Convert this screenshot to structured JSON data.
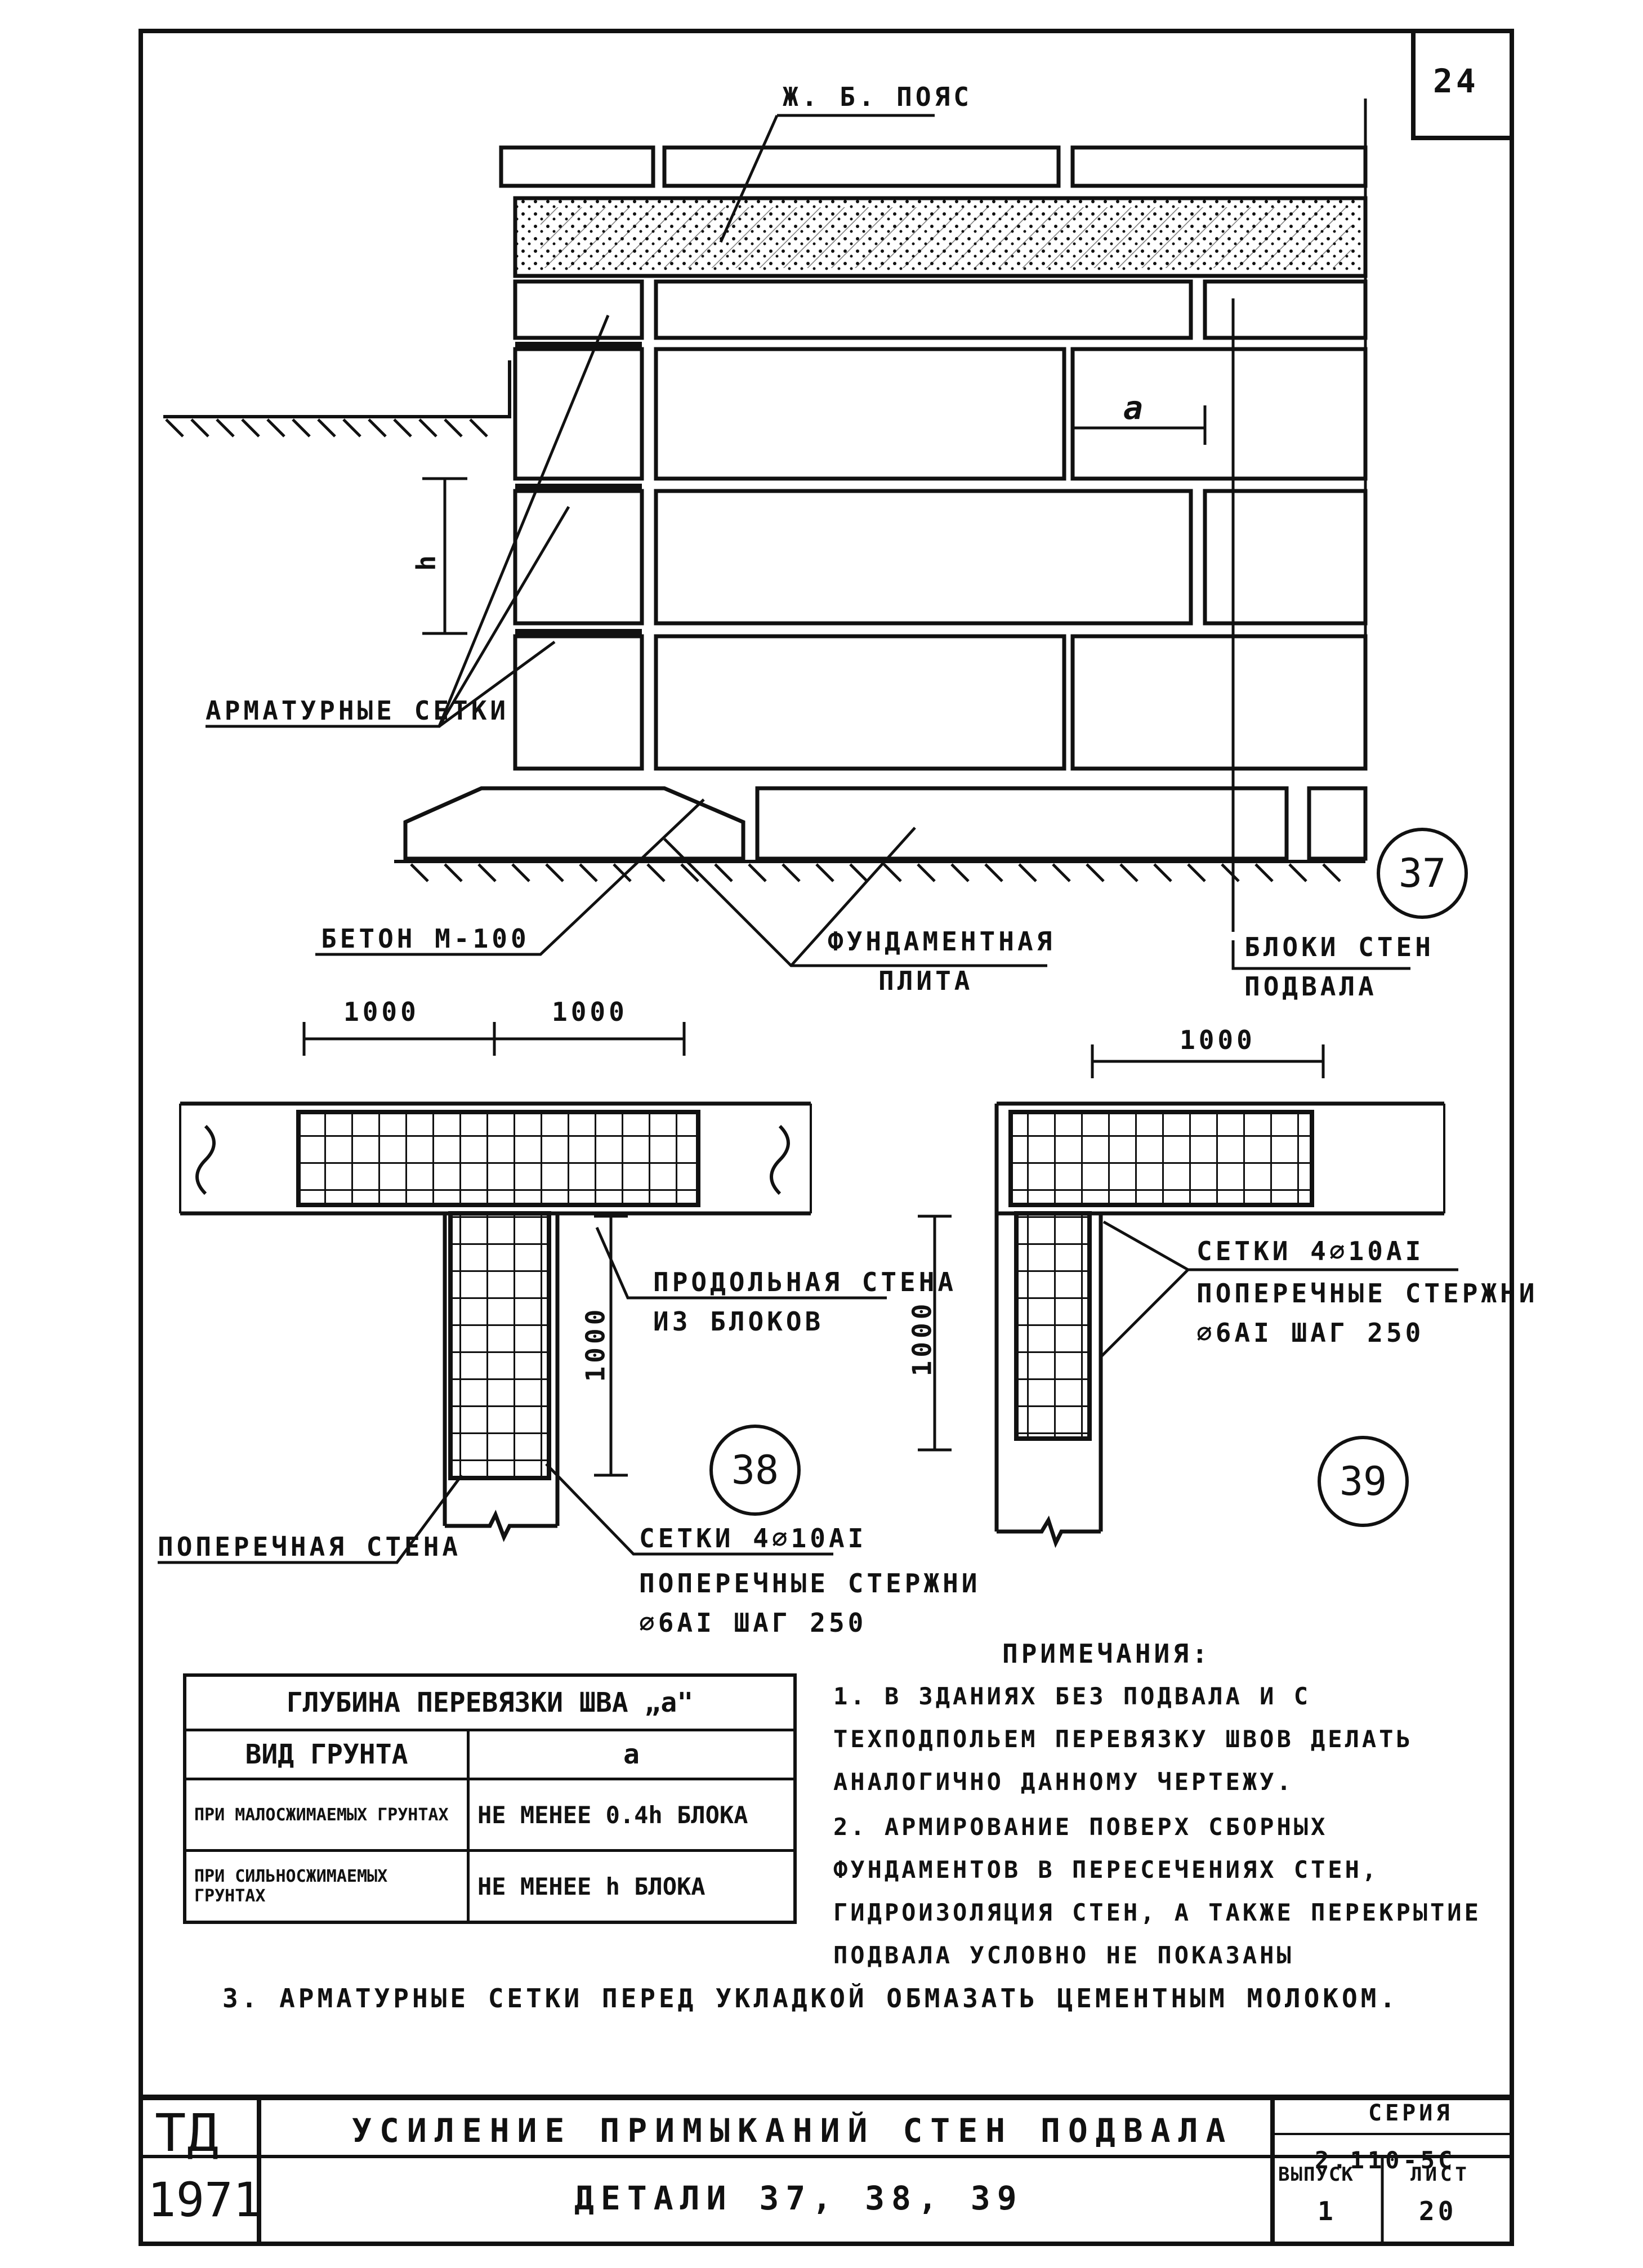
{
  "sheet": {
    "page_number": "24",
    "detail_37": "37",
    "detail_38": "38",
    "detail_39": "39"
  },
  "labels": {
    "jb_belt": "Ж. Б. ПОЯС",
    "rebar_mesh": "АРМАТУРНЫЕ СЕТКИ",
    "concrete": "БЕТОН М-100",
    "foundation_1": "ФУНДАМЕНТНАЯ",
    "foundation_2": "ПЛИТА",
    "blocks_1": "БЛОКИ СТЕН",
    "blocks_2": "ПОДВАЛА",
    "dim_a": "а",
    "dim_h": "h",
    "dim_1000_a": "1000",
    "dim_1000_b": "1000",
    "dim_1000_c": "1000",
    "dim_1000_v1": "1000",
    "dim_1000_v2": "1000",
    "long_wall_1": "ПРОДОЛЬНАЯ СТЕНА",
    "long_wall_2": "ИЗ БЛОКОВ",
    "cross_wall": "ПОПЕРЕЧНАЯ СТЕНА",
    "mesh38_1": "СЕТКИ 4⌀10АI",
    "mesh38_2": "ПОПЕРЕЧНЫЕ СТЕРЖНИ",
    "mesh38_3": "⌀6АI ШАГ 250",
    "mesh39_1": "СЕТКИ 4⌀10АI",
    "mesh39_2": "ПОПЕРЕЧНЫЕ СТЕРЖНИ",
    "mesh39_3": "⌀6АI ШАГ 250"
  },
  "depth_table": {
    "title": "ГЛУБИНА ПЕРЕВЯЗКИ ШВА „а\"",
    "col_soil": "ВИД ГРУНТА",
    "col_a": "а",
    "rows": [
      {
        "soil": "ПРИ МАЛОСЖИМАЕМЫХ ГРУНТАХ",
        "a": "НЕ МЕНЕЕ 0.4h БЛОКА"
      },
      {
        "soil": "ПРИ СИЛЬНОСЖИМАЕМЫХ ГРУНТАХ",
        "a": "НЕ МЕНЕЕ h БЛОКА"
      }
    ]
  },
  "notes": {
    "title": "ПРИМЕЧАНИЯ:",
    "n1": "1. В ЗДАНИЯХ БЕЗ ПОДВАЛА И С ТЕХПОДПОЛЬЕМ ПЕРЕВЯЗКУ ШВОВ ДЕЛАТЬ АНАЛОГИЧНО ДАННОМУ ЧЕРТЕЖУ.",
    "n2": "2. АРМИРОВАНИЕ ПОВЕРХ СБОРНЫХ ФУНДАМЕНТОВ В ПЕРЕСЕЧЕНИЯХ СТЕН, ГИДРОИЗОЛЯЦИЯ СТЕН, А ТАКЖЕ ПЕРЕКРЫТИЕ ПОДВАЛА УСЛОВНО НЕ ПОКАЗАНЫ",
    "n3": "3. АРМАТУРНЫЕ СЕТКИ ПЕРЕД УКЛАДКОЙ ОБМАЗАТЬ ЦЕМЕНТНЫМ МОЛОКОМ."
  },
  "title_block": {
    "org": "ТД",
    "year": "1971",
    "title": "УСИЛЕНИЕ ПРИМЫКАНИЙ СТЕН ПОДВАЛА",
    "subtitle": "ДЕТАЛИ 37, 38, 39",
    "series_label": "СЕРИЯ",
    "series_value": "2.110-5С",
    "issue_label": "ВЫПУСК",
    "issue_value": "1",
    "sheet_label": "ЛИСТ",
    "sheet_value": "20"
  }
}
